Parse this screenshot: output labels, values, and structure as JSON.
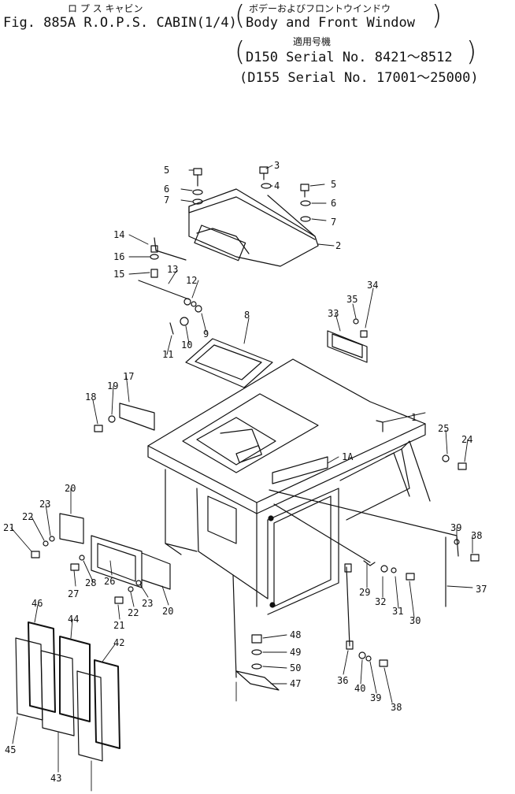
{
  "header": {
    "title_jp": "ロ プ ス キャビン",
    "fig_title": "Fig. 885A R.O.P.S. CABIN(1/4)",
    "subtitle_jp": "ボデーおよびフロントウインドウ",
    "subtitle": "Body and Front Window",
    "applicable_jp": "適用号機",
    "serial_1": "D150 Serial No. 8421～8512",
    "serial_2": "(D155 Serial No. 17001～25000)"
  },
  "part_labels": [
    "1",
    "1A",
    "2",
    "3",
    "4",
    "5",
    "6",
    "7",
    "8",
    "9",
    "10",
    "11",
    "12",
    "13",
    "14",
    "15",
    "16",
    "17",
    "18",
    "19",
    "20",
    "21",
    "22",
    "23",
    "24",
    "25",
    "26",
    "27",
    "28",
    "29",
    "30",
    "31",
    "32",
    "33",
    "34",
    "35",
    "36",
    "37",
    "38",
    "39",
    "40",
    "42",
    "43",
    "44",
    "45",
    "46",
    "47",
    "48",
    "49",
    "50"
  ],
  "line_color": "#111111"
}
